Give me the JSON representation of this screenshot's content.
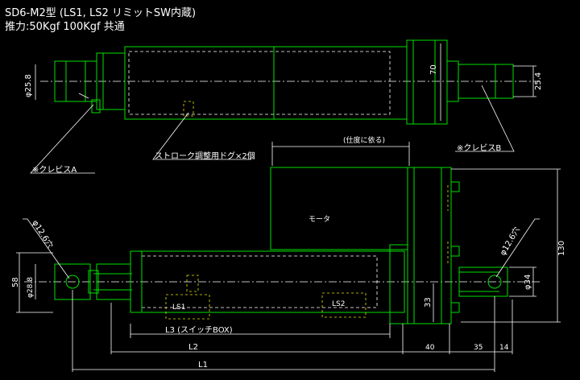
{
  "header": {
    "title": "SD6-M2型 (LS1, LS2 リミットSW内蔵)",
    "subtitle": "推力:50Kgf 100Kgf 共通"
  },
  "labels": {
    "clevis_a": "※クレビスA",
    "clevis_b": "※クレビスB",
    "stroke_dog": "ストローク調整用ドグ×2個",
    "depends_stroke": "(仕度に依る)",
    "motor": "モータ",
    "ls1": "LS1",
    "ls2": "LS2",
    "switch_box": "L3 (スイッチBOX)"
  },
  "dimensions": {
    "phi_25_8": "φ25.8",
    "d70": "70",
    "d25_4": "25.4",
    "phi_12_6_left": "φ12.6穴",
    "phi_12_6_right": "φ12.6穴",
    "phi_28_8": "φ28.8",
    "d58": "58",
    "d130": "130",
    "phi_34": "φ34",
    "d33": "33",
    "d40": "40",
    "d35": "35",
    "d14": "14",
    "l2": "L2",
    "l1": "L1"
  },
  "colors": {
    "background": "#000000",
    "outline": "#00e000",
    "text": "#ffffff",
    "hidden_yellow": "#e6e600"
  }
}
